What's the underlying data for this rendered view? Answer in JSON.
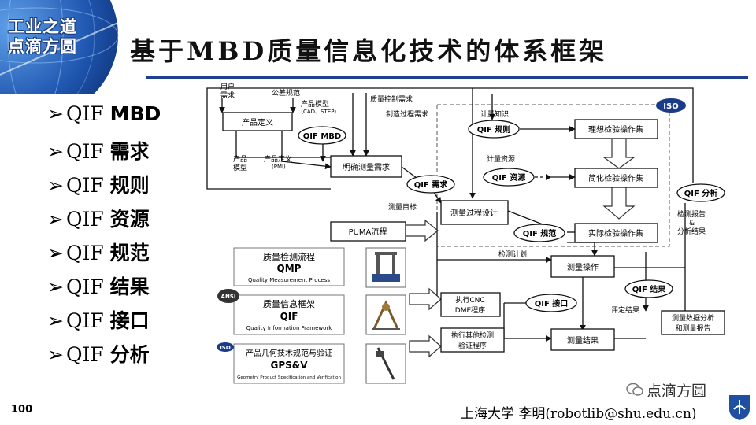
{
  "brand": {
    "line1": "工业之道",
    "line2": "点滴方圆"
  },
  "title": "基于MBD质量信息化技术的体系框架",
  "bullets": [
    {
      "prefix": "QIF ",
      "label": "MBD"
    },
    {
      "prefix": "QIF ",
      "label": "需求"
    },
    {
      "prefix": "QIF ",
      "label": "规则"
    },
    {
      "prefix": "QIF ",
      "label": "资源"
    },
    {
      "prefix": "QIF ",
      "label": "规范"
    },
    {
      "prefix": "QIF ",
      "label": "结果"
    },
    {
      "prefix": "QIF ",
      "label": "接口"
    },
    {
      "prefix": "QIF ",
      "label": "分析"
    }
  ],
  "diagram": {
    "labels": {
      "user_req_1": "用户",
      "user_req_2": "需求",
      "tol_spec": "公差规范",
      "prod_model_1": "产品模型",
      "prod_model_2": "（CAD、STEP）",
      "qc_req": "质量控制需求",
      "mfg_req": "制造过程需求",
      "measure_knowledge": "计量知识",
      "measure_resource": "计量资源",
      "prod_model_left_1": "产品",
      "prod_model_left_2": "模型",
      "prod_def_pmi_1": "产品定义",
      "prod_def_pmi_2": "(PMI)",
      "measure_target": "测量目标",
      "inspect_plan": "检测计划",
      "inspect_report_1": "检测报告",
      "inspect_report_2": "&",
      "inspect_report_3": "分析结果",
      "eval_result": "评定结果",
      "iso_badge": "ISO",
      "ansi_badge": "ANSI",
      "iso_badge_2": "ISO"
    },
    "nodes": {
      "prod_def": "产品定义",
      "qif_mbd": "QIF MBD",
      "clear_req": "明确测量需求",
      "qif_req": "QIF 需求",
      "qif_rule": "QIF 规则",
      "ideal_op": "理想检验操作集",
      "qif_resource": "QIF 资源",
      "simple_op": "简化检验操作集",
      "measure_design": "测量过程设计",
      "puma": "PUMA流程",
      "qif_spec": "QIF 规范",
      "actual_op": "实际检验操作集",
      "measure_op": "测量操作",
      "qif_analysis": "QIF 分析",
      "qif_result": "QIF 结果",
      "cnc_1": "执行CNC",
      "cnc_2": "DME程序",
      "qif_interface": "QIF 接口",
      "other_1": "执行其他检测",
      "other_2": "验证程序",
      "measure_result": "测量结果",
      "report_1": "测量数据分析",
      "report_2": "和测量报告"
    },
    "standards": [
      {
        "zh": "质量检测流程",
        "abbr": "QMP",
        "en": "Quality Measurement Process"
      },
      {
        "zh": "质量信息框架",
        "abbr": "QIF",
        "en": "Quality Information Framework"
      },
      {
        "zh": "产品几何技术规范与验证",
        "abbr": "GPS&V",
        "en": "Geometry Product Specification and Verification"
      }
    ]
  },
  "page_number": "100",
  "footer": "上海大学  李明(robotlib@shu.edu.cn)",
  "wechat": "点滴方圆"
}
